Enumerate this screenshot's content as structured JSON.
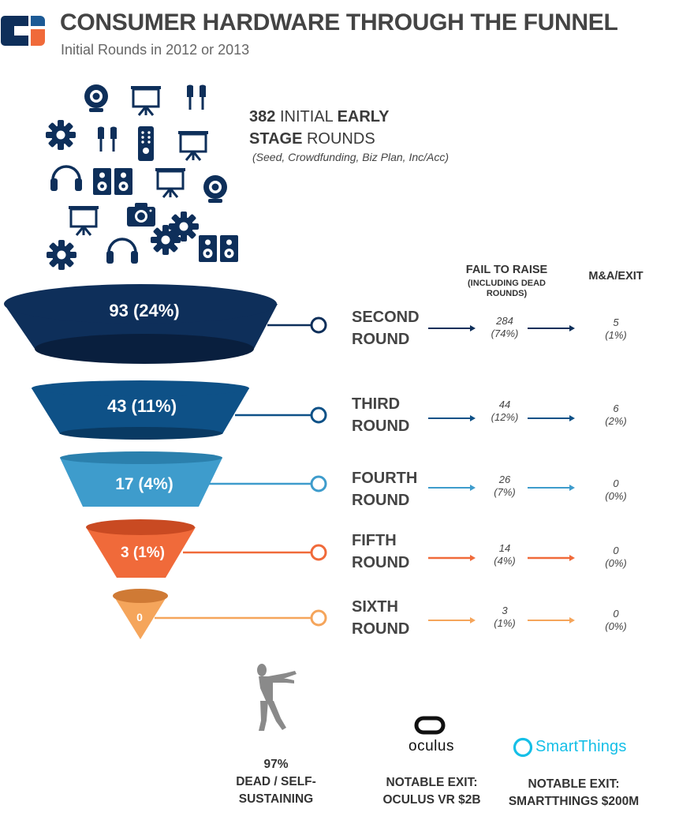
{
  "header": {
    "title": "CONSUMER HARDWARE THROUGH THE FUNNEL",
    "subtitle": "Initial Rounds in 2012 or 2013"
  },
  "initial": {
    "count": "382",
    "word_initial": "INITIAL",
    "word_early": "EARLY",
    "word_stage": "STAGE",
    "word_rounds": "ROUNDS",
    "types": "(Seed, Crowdfunding, Biz Plan, Inc/Acc)"
  },
  "columns": {
    "fail_title": "FAIL TO RAISE",
    "fail_sub": "(INCLUDING DEAD ROUNDS)",
    "exit_title": "M&A/EXIT"
  },
  "colors": {
    "second": "#0e2f5a",
    "third": "#0e5187",
    "fourth": "#3e9ccc",
    "fifth": "#f06a3a",
    "sixth": "#f5a55b"
  },
  "icons": [
    "webcam-icon",
    "presentation-screen-icon",
    "earbuds-icon",
    "gear-icon",
    "remote-control-icon",
    "headphones-icon",
    "speakers-icon",
    "camera-icon"
  ],
  "rounds": [
    {
      "label_line1": "SECOND",
      "label_line2": "ROUND",
      "funnel": "93 (24%)",
      "fail": "284",
      "fail_pct": "(74%)",
      "exit": "5",
      "exit_pct": "(1%)"
    },
    {
      "label_line1": "THIRD",
      "label_line2": "ROUND",
      "funnel": "43 (11%)",
      "fail": "44",
      "fail_pct": "(12%)",
      "exit": "6",
      "exit_pct": "(2%)"
    },
    {
      "label_line1": "FOURTH",
      "label_line2": "ROUND",
      "funnel": "17 (4%)",
      "fail": "26",
      "fail_pct": "(7%)",
      "exit": "0",
      "exit_pct": "(0%)"
    },
    {
      "label_line1": "FIFTH",
      "label_line2": "ROUND",
      "funnel": "3 (1%)",
      "fail": "14",
      "fail_pct": "(4%)",
      "exit": "0",
      "exit_pct": "(0%)"
    },
    {
      "label_line1": "SIXTH",
      "label_line2": "ROUND",
      "funnel": "0",
      "fail": "3",
      "fail_pct": "(1%)",
      "exit": "0",
      "exit_pct": "(0%)"
    }
  ],
  "footer": {
    "dead_pct": "97%",
    "dead_line1": "DEAD / SELF-",
    "dead_line2": "SUSTAINING",
    "oculus_logo": "oculus",
    "oculus_line1": "NOTABLE EXIT:",
    "oculus_line2": "OCULUS VR $2B",
    "smartthings_logo": "SmartThings",
    "st_line1": "NOTABLE EXIT:",
    "st_line2": "SMARTTHINGS $200M"
  }
}
